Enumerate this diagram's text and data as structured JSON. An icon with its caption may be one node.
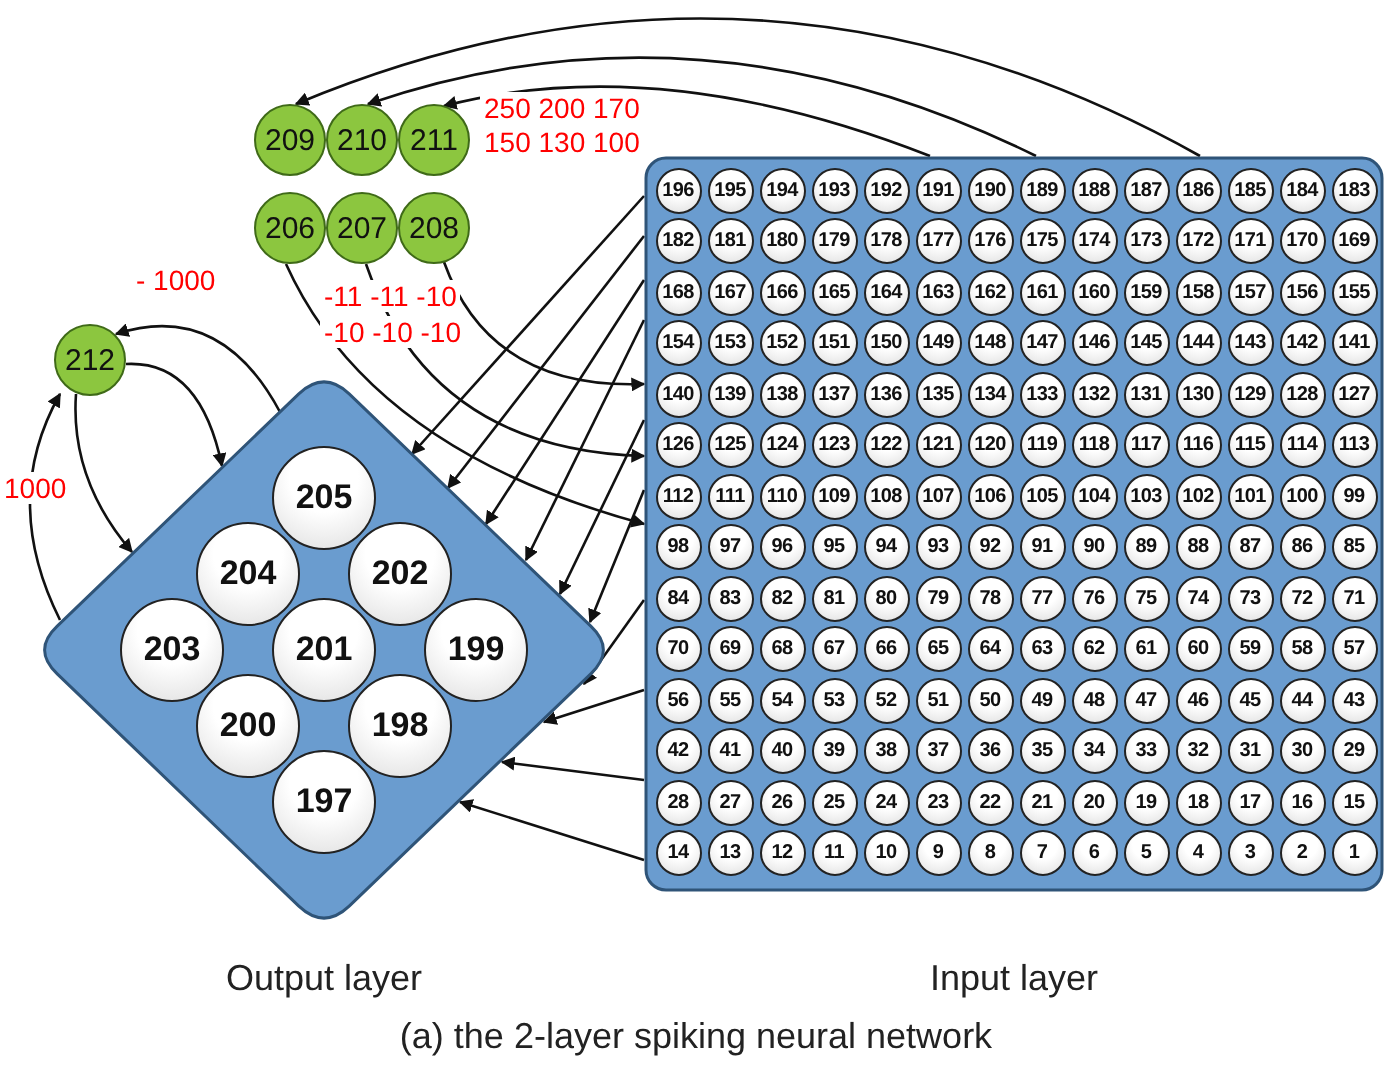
{
  "diagram": {
    "caption": "(a) the 2-layer spiking neural network",
    "nodes": [
      {
        "text": [
          "209"
        ]
      },
      {
        "text": [
          "210"
        ]
      },
      {
        "text": [
          "211"
        ]
      },
      {
        "text": [
          "206"
        ]
      },
      {
        "text": [
          "207"
        ]
      },
      {
        "text": [
          "208"
        ]
      },
      {
        "text": [
          "212"
        ]
      },
      {
        "text": [
          "Output layer"
        ]
      },
      {
        "text": [
          "205"
        ],
        "in": 7
      },
      {
        "text": [
          "204"
        ],
        "in": 7
      },
      {
        "text": [
          "202"
        ],
        "in": 7
      },
      {
        "text": [
          "203"
        ],
        "in": 7
      },
      {
        "text": [
          "201"
        ],
        "in": 7
      },
      {
        "text": [
          "199"
        ],
        "in": 7
      },
      {
        "text": [
          "200"
        ],
        "in": 7
      },
      {
        "text": [
          "198"
        ],
        "in": 7
      },
      {
        "text": [
          "197"
        ],
        "in": 7
      },
      {
        "text": [
          "Input layer"
        ]
      },
      {
        "text": [
          "196"
        ],
        "in": 17
      },
      {
        "text": [
          "195"
        ],
        "in": 17
      },
      {
        "text": [
          "194"
        ],
        "in": 17
      },
      {
        "text": [
          "193"
        ],
        "in": 17
      },
      {
        "text": [
          "192"
        ],
        "in": 17
      },
      {
        "text": [
          "191"
        ],
        "in": 17
      },
      {
        "text": [
          "190"
        ],
        "in": 17
      },
      {
        "text": [
          "189"
        ],
        "in": 17
      },
      {
        "text": [
          "188"
        ],
        "in": 17
      },
      {
        "text": [
          "187"
        ],
        "in": 17
      },
      {
        "text": [
          "186"
        ],
        "in": 17
      },
      {
        "text": [
          "185"
        ],
        "in": 17
      },
      {
        "text": [
          "184"
        ],
        "in": 17
      },
      {
        "text": [
          "183"
        ],
        "in": 17
      },
      {
        "text": [
          "182"
        ],
        "in": 17
      },
      {
        "text": [
          "181"
        ],
        "in": 17
      },
      {
        "text": [
          "180"
        ],
        "in": 17
      },
      {
        "text": [
          "179"
        ],
        "in": 17
      },
      {
        "text": [
          "178"
        ],
        "in": 17
      },
      {
        "text": [
          "177"
        ],
        "in": 17
      },
      {
        "text": [
          "176"
        ],
        "in": 17
      },
      {
        "text": [
          "175"
        ],
        "in": 17
      },
      {
        "text": [
          "174"
        ],
        "in": 17
      },
      {
        "text": [
          "173"
        ],
        "in": 17
      },
      {
        "text": [
          "172"
        ],
        "in": 17
      },
      {
        "text": [
          "171"
        ],
        "in": 17
      },
      {
        "text": [
          "170"
        ],
        "in": 17
      },
      {
        "text": [
          "169"
        ],
        "in": 17
      },
      {
        "text": [
          "168"
        ],
        "in": 17
      },
      {
        "text": [
          "167"
        ],
        "in": 17
      },
      {
        "text": [
          "166"
        ],
        "in": 17
      },
      {
        "text": [
          "165"
        ],
        "in": 17
      },
      {
        "text": [
          "164"
        ],
        "in": 17
      },
      {
        "text": [
          "163"
        ],
        "in": 17
      },
      {
        "text": [
          "162"
        ],
        "in": 17
      },
      {
        "text": [
          "161"
        ],
        "in": 17
      },
      {
        "text": [
          "160"
        ],
        "in": 17
      },
      {
        "text": [
          "159"
        ],
        "in": 17
      },
      {
        "text": [
          "158"
        ],
        "in": 17
      },
      {
        "text": [
          "157"
        ],
        "in": 17
      },
      {
        "text": [
          "156"
        ],
        "in": 17
      },
      {
        "text": [
          "155"
        ],
        "in": 17
      },
      {
        "text": [
          "154"
        ],
        "in": 17
      },
      {
        "text": [
          "153"
        ],
        "in": 17
      },
      {
        "text": [
          "152"
        ],
        "in": 17
      },
      {
        "text": [
          "151"
        ],
        "in": 17
      },
      {
        "text": [
          "150"
        ],
        "in": 17
      },
      {
        "text": [
          "149"
        ],
        "in": 17
      },
      {
        "text": [
          "148"
        ],
        "in": 17
      },
      {
        "text": [
          "147"
        ],
        "in": 17
      },
      {
        "text": [
          "146"
        ],
        "in": 17
      },
      {
        "text": [
          "145"
        ],
        "in": 17
      },
      {
        "text": [
          "144"
        ],
        "in": 17
      },
      {
        "text": [
          "143"
        ],
        "in": 17
      },
      {
        "text": [
          "142"
        ],
        "in": 17
      },
      {
        "text": [
          "141"
        ],
        "in": 17
      },
      {
        "text": [
          "140"
        ],
        "in": 17
      },
      {
        "text": [
          "139"
        ],
        "in": 17
      },
      {
        "text": [
          "138"
        ],
        "in": 17
      },
      {
        "text": [
          "137"
        ],
        "in": 17
      },
      {
        "text": [
          "136"
        ],
        "in": 17
      },
      {
        "text": [
          "135"
        ],
        "in": 17
      },
      {
        "text": [
          "134"
        ],
        "in": 17
      },
      {
        "text": [
          "133"
        ],
        "in": 17
      },
      {
        "text": [
          "132"
        ],
        "in": 17
      },
      {
        "text": [
          "131"
        ],
        "in": 17
      },
      {
        "text": [
          "130"
        ],
        "in": 17
      },
      {
        "text": [
          "129"
        ],
        "in": 17
      },
      {
        "text": [
          "128"
        ],
        "in": 17
      },
      {
        "text": [
          "127"
        ],
        "in": 17
      },
      {
        "text": [
          "126"
        ],
        "in": 17
      },
      {
        "text": [
          "125"
        ],
        "in": 17
      },
      {
        "text": [
          "124"
        ],
        "in": 17
      },
      {
        "text": [
          "123"
        ],
        "in": 17
      },
      {
        "text": [
          "122"
        ],
        "in": 17
      },
      {
        "text": [
          "121"
        ],
        "in": 17
      },
      {
        "text": [
          "120"
        ],
        "in": 17
      },
      {
        "text": [
          "119"
        ],
        "in": 17
      },
      {
        "text": [
          "118"
        ],
        "in": 17
      },
      {
        "text": [
          "117"
        ],
        "in": 17
      },
      {
        "text": [
          "116"
        ],
        "in": 17
      },
      {
        "text": [
          "115"
        ],
        "in": 17
      },
      {
        "text": [
          "114"
        ],
        "in": 17
      },
      {
        "text": [
          "113"
        ],
        "in": 17
      },
      {
        "text": [
          "112"
        ],
        "in": 17
      },
      {
        "text": [
          "111"
        ],
        "in": 17
      },
      {
        "text": [
          "110"
        ],
        "in": 17
      },
      {
        "text": [
          "109"
        ],
        "in": 17
      },
      {
        "text": [
          "108"
        ],
        "in": 17
      },
      {
        "text": [
          "107"
        ],
        "in": 17
      },
      {
        "text": [
          "106"
        ],
        "in": 17
      },
      {
        "text": [
          "105"
        ],
        "in": 17
      },
      {
        "text": [
          "104"
        ],
        "in": 17
      },
      {
        "text": [
          "103"
        ],
        "in": 17
      },
      {
        "text": [
          "102"
        ],
        "in": 17
      },
      {
        "text": [
          "101"
        ],
        "in": 17
      },
      {
        "text": [
          "100"
        ],
        "in": 17
      },
      {
        "text": [
          "99"
        ],
        "in": 17
      },
      {
        "text": [
          "98"
        ],
        "in": 17
      },
      {
        "text": [
          "97"
        ],
        "in": 17
      },
      {
        "text": [
          "96"
        ],
        "in": 17
      },
      {
        "text": [
          "95"
        ],
        "in": 17
      },
      {
        "text": [
          "94"
        ],
        "in": 17
      },
      {
        "text": [
          "93"
        ],
        "in": 17
      },
      {
        "text": [
          "92"
        ],
        "in": 17
      },
      {
        "text": [
          "91"
        ],
        "in": 17
      },
      {
        "text": [
          "90"
        ],
        "in": 17
      },
      {
        "text": [
          "89"
        ],
        "in": 17
      },
      {
        "text": [
          "88"
        ],
        "in": 17
      },
      {
        "text": [
          "87"
        ],
        "in": 17
      },
      {
        "text": [
          "86"
        ],
        "in": 17
      },
      {
        "text": [
          "85"
        ],
        "in": 17
      },
      {
        "text": [
          "84"
        ],
        "in": 17
      },
      {
        "text": [
          "83"
        ],
        "in": 17
      },
      {
        "text": [
          "82"
        ],
        "in": 17
      },
      {
        "text": [
          "81"
        ],
        "in": 17
      },
      {
        "text": [
          "80"
        ],
        "in": 17
      },
      {
        "text": [
          "79"
        ],
        "in": 17
      },
      {
        "text": [
          "78"
        ],
        "in": 17
      },
      {
        "text": [
          "77"
        ],
        "in": 17
      },
      {
        "text": [
          "76"
        ],
        "in": 17
      },
      {
        "text": [
          "75"
        ],
        "in": 17
      },
      {
        "text": [
          "74"
        ],
        "in": 17
      },
      {
        "text": [
          "73"
        ],
        "in": 17
      },
      {
        "text": [
          "72"
        ],
        "in": 17
      },
      {
        "text": [
          "71"
        ],
        "in": 17
      },
      {
        "text": [
          "70"
        ],
        "in": 17
      },
      {
        "text": [
          "69"
        ],
        "in": 17
      },
      {
        "text": [
          "68"
        ],
        "in": 17
      },
      {
        "text": [
          "67"
        ],
        "in": 17
      },
      {
        "text": [
          "66"
        ],
        "in": 17
      },
      {
        "text": [
          "65"
        ],
        "in": 17
      },
      {
        "text": [
          "64"
        ],
        "in": 17
      },
      {
        "text": [
          "63"
        ],
        "in": 17
      },
      {
        "text": [
          "62"
        ],
        "in": 17
      },
      {
        "text": [
          "61"
        ],
        "in": 17
      },
      {
        "text": [
          "60"
        ],
        "in": 17
      },
      {
        "text": [
          "59"
        ],
        "in": 17
      },
      {
        "text": [
          "58"
        ],
        "in": 17
      },
      {
        "text": [
          "57"
        ],
        "in": 17
      },
      {
        "text": [
          "56"
        ],
        "in": 17
      },
      {
        "text": [
          "55"
        ],
        "in": 17
      },
      {
        "text": [
          "54"
        ],
        "in": 17
      },
      {
        "text": [
          "53"
        ],
        "in": 17
      },
      {
        "text": [
          "52"
        ],
        "in": 17
      },
      {
        "text": [
          "51"
        ],
        "in": 17
      },
      {
        "text": [
          "50"
        ],
        "in": 17
      },
      {
        "text": [
          "49"
        ],
        "in": 17
      },
      {
        "text": [
          "48"
        ],
        "in": 17
      },
      {
        "text": [
          "47"
        ],
        "in": 17
      },
      {
        "text": [
          "46"
        ],
        "in": 17
      },
      {
        "text": [
          "45"
        ],
        "in": 17
      },
      {
        "text": [
          "44"
        ],
        "in": 17
      },
      {
        "text": [
          "43"
        ],
        "in": 17
      },
      {
        "text": [
          "42"
        ],
        "in": 17
      },
      {
        "text": [
          "41"
        ],
        "in": 17
      },
      {
        "text": [
          "40"
        ],
        "in": 17
      },
      {
        "text": [
          "39"
        ],
        "in": 17
      },
      {
        "text": [
          "38"
        ],
        "in": 17
      },
      {
        "text": [
          "37"
        ],
        "in": 17
      },
      {
        "text": [
          "36"
        ],
        "in": 17
      },
      {
        "text": [
          "35"
        ],
        "in": 17
      },
      {
        "text": [
          "34"
        ],
        "in": 17
      },
      {
        "text": [
          "33"
        ],
        "in": 17
      },
      {
        "text": [
          "32"
        ],
        "in": 17
      },
      {
        "text": [
          "31"
        ],
        "in": 17
      },
      {
        "text": [
          "30"
        ],
        "in": 17
      },
      {
        "text": [
          "29"
        ],
        "in": 17
      },
      {
        "text": [
          "28"
        ],
        "in": 17
      },
      {
        "text": [
          "27"
        ],
        "in": 17
      },
      {
        "text": [
          "26"
        ],
        "in": 17
      },
      {
        "text": [
          "25"
        ],
        "in": 17
      },
      {
        "text": [
          "24"
        ],
        "in": 17
      },
      {
        "text": [
          "23"
        ],
        "in": 17
      },
      {
        "text": [
          "22"
        ],
        "in": 17
      },
      {
        "text": [
          "21"
        ],
        "in": 17
      },
      {
        "text": [
          "20"
        ],
        "in": 17
      },
      {
        "text": [
          "19"
        ],
        "in": 17
      },
      {
        "text": [
          "18"
        ],
        "in": 17
      },
      {
        "text": [
          "17"
        ],
        "in": 17
      },
      {
        "text": [
          "16"
        ],
        "in": 17
      },
      {
        "text": [
          "15"
        ],
        "in": 17
      },
      {
        "text": [
          "14"
        ],
        "in": 17
      },
      {
        "text": [
          "13"
        ],
        "in": 17
      },
      {
        "text": [
          "12"
        ],
        "in": 17
      },
      {
        "text": [
          "11"
        ],
        "in": 17
      },
      {
        "text": [
          "10"
        ],
        "in": 17
      },
      {
        "text": [
          "9"
        ],
        "in": 17
      },
      {
        "text": [
          "8"
        ],
        "in": 17
      },
      {
        "text": [
          "7"
        ],
        "in": 17
      },
      {
        "text": [
          "6"
        ],
        "in": 17
      },
      {
        "text": [
          "5"
        ],
        "in": 17
      },
      {
        "text": [
          "4"
        ],
        "in": 17
      },
      {
        "text": [
          "3"
        ],
        "in": 17
      },
      {
        "text": [
          "2"
        ],
        "in": 17
      },
      {
        "text": [
          "1"
        ],
        "in": 17
      }
    ],
    "edges": [
      {
        "from": 17,
        "to": 0,
        "arrow": "to"
      },
      {
        "from": 17,
        "to": 1,
        "arrow": "to"
      },
      {
        "from": 17,
        "to": 2,
        "arrow": "to"
      },
      {
        "from": 3,
        "to": 17,
        "arrow": "to"
      },
      {
        "from": 4,
        "to": 17,
        "arrow": "to"
      },
      {
        "from": 5,
        "to": 17,
        "arrow": "to"
      },
      {
        "from": 7,
        "to": 6,
        "arrow": "to"
      },
      {
        "from": 6,
        "to": 7,
        "arrow": "to"
      },
      {
        "from": 6,
        "to": 7,
        "arrow": "to"
      },
      {
        "from": 7,
        "to": 6,
        "arrow": "to"
      },
      {
        "from": 17,
        "to": 7,
        "arrow": "to"
      },
      {
        "from": 17,
        "to": 7,
        "arrow": "to"
      },
      {
        "from": 17,
        "to": 7,
        "arrow": "to"
      },
      {
        "from": 17,
        "to": 7,
        "arrow": "to"
      },
      {
        "from": 17,
        "to": 7,
        "arrow": "to"
      },
      {
        "from": 17,
        "to": 7,
        "arrow": "to"
      },
      {
        "from": 17,
        "to": 7,
        "arrow": "to"
      },
      {
        "from": 17,
        "to": 7,
        "arrow": "to"
      },
      {
        "from": 17,
        "to": 7,
        "arrow": "to"
      },
      {
        "from": 17,
        "to": 7,
        "arrow": "to"
      }
    ],
    "labels": [
      "250 200 170",
      "150 130 100",
      "-11 -11 -10",
      "-10 -10 -10",
      "- 1000",
      "1000"
    ]
  }
}
